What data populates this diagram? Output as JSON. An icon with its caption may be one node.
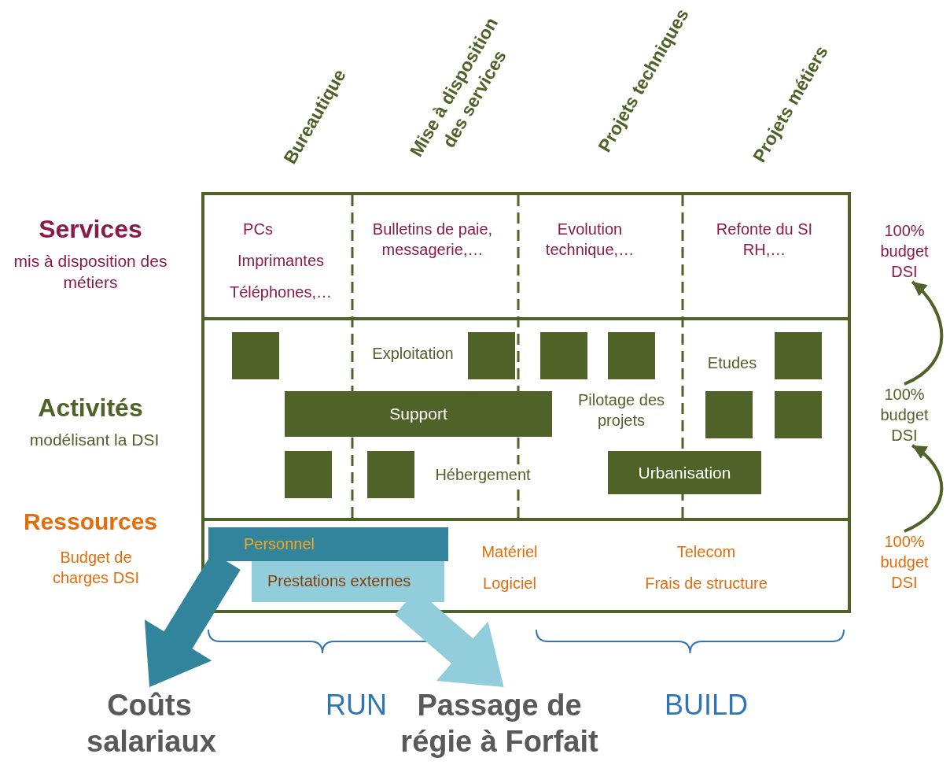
{
  "diagram": {
    "nodes": [
      {
        "text": [
          "100% budget DSI"
        ]
      },
      {
        "text": [],
        "shape": "box"
      },
      {
        "text": [],
        "shape": "box"
      },
      {
        "text": [],
        "shape": "box"
      },
      {
        "text": [],
        "shape": "box"
      },
      {
        "text": [],
        "shape": "box"
      },
      {
        "text": [
          "Support"
        ]
      },
      {
        "text": [],
        "shape": "box"
      },
      {
        "text": [],
        "shape": "box"
      },
      {
        "text": [
          "100% budget DSI"
        ]
      },
      {
        "text": [],
        "shape": "box"
      },
      {
        "text": [],
        "shape": "box"
      },
      {
        "text": [
          "Urbanisation"
        ]
      },
      {
        "text": [
          "Personnel"
        ]
      },
      {
        "text": [
          "Prestations externes"
        ]
      },
      {
        "text": [
          "100% budget DSI"
        ]
      },
      {
        "text": [
          "Coûts salariaux"
        ]
      },
      {
        "text": [
          "Passage de régie à Forfait"
        ]
      }
    ],
    "edges": [
      {
        "from": 15,
        "to": 9,
        "arrow": "to",
        "color": "#4f6228"
      },
      {
        "from": 9,
        "to": 0,
        "arrow": "to",
        "color": "#4f6228"
      },
      {
        "from": 13,
        "to": 16,
        "arrow": "to",
        "style": "thick",
        "color": "#31849b"
      },
      {
        "from": 14,
        "to": 17,
        "arrow": "to",
        "style": "thick",
        "color": "#92cddc"
      }
    ],
    "labels": [
      "Bureautique",
      "Mise à disposition des services",
      "Projets techniques",
      "Projets métiers",
      "Services",
      "mis à disposition des métiers",
      "PCs",
      "Imprimantes",
      "Téléphones,…",
      "Bulletins de paie, messagerie,…",
      "Evolution technique,…",
      "Refonte du SI RH,…",
      "Exploitation",
      "Etudes",
      "Activités",
      "modélisant la DSI",
      "Pilotage des projets",
      "Hébergement",
      "Ressources",
      "Budget de charges DSI",
      "Matériel",
      "Logiciel",
      "Telecom",
      "Frais de structure",
      "RUN",
      "BUILD"
    ]
  }
}
